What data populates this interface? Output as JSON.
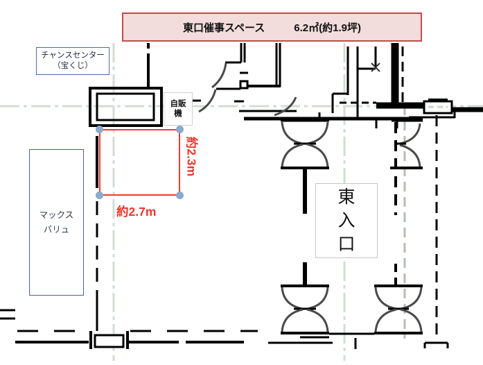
{
  "title_banner": {
    "name": "東口催事スペース",
    "area": "6.2㎡(約1.9坪)"
  },
  "chance_center": {
    "line1": "チャンスセンター",
    "line2": "（宝くじ）"
  },
  "vending_machine_label": {
    "line1": "自販",
    "line2": "機"
  },
  "max_valu": {
    "line1": "マックス",
    "line2": "バリュ"
  },
  "east_entrance": {
    "char1": "東",
    "char2": "入",
    "char3": "口"
  },
  "measurements": {
    "width": "約2.7m",
    "depth": "約2.3m"
  },
  "colors": {
    "banner_bg": "#f2dcdc",
    "banner_border": "#bf4c49",
    "measure_red": "#ee352c",
    "handle_blue": "#8da9cd",
    "blue_box_border": "#44619b",
    "gray_box_border": "#c9c9c9",
    "guide_green": "#d3dcd3"
  }
}
